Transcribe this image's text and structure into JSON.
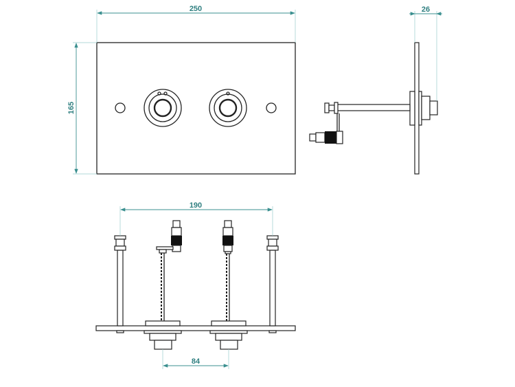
{
  "dimensions": {
    "plate_width": "250",
    "plate_height": "165",
    "depth": "26",
    "mount_spacing": "190",
    "valve_spacing": "84"
  },
  "colors": {
    "dimension": "#2f7f80",
    "lines": "#222222"
  }
}
